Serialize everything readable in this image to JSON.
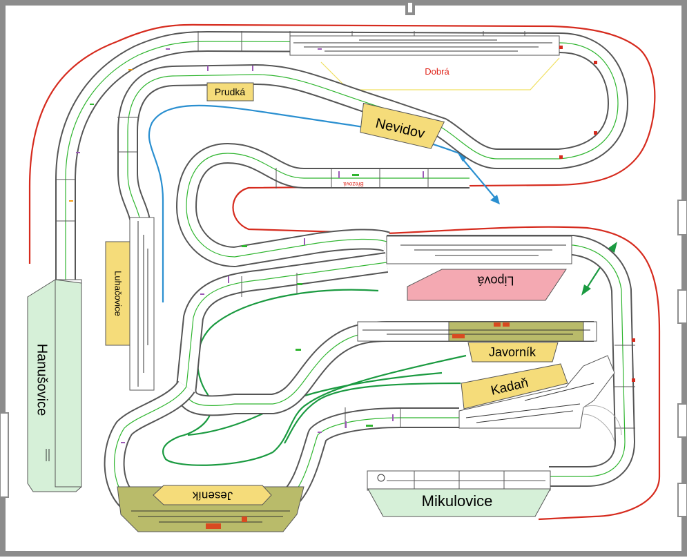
{
  "stations": {
    "dobra": "Dobrá",
    "prudka": "Prudká",
    "nevidov": "Nevidov",
    "brezova": "Březová",
    "luhacovice": "Luhačovice",
    "lipova": "Lipová",
    "javornik": "Javorník",
    "kadan": "Kadaň",
    "hanusovice": "Hanušovice",
    "jesenik": "Jeseník",
    "mikulovice": "Mikulovice"
  },
  "colors": {
    "wall": "#8c8c8c",
    "track_outline": "#555555",
    "track_fill": "#ffffff",
    "green_line": "#2fb52f",
    "red_guide": "#d62b1e",
    "blue_guide": "#2a8fd0",
    "green_guide": "#1a9a40",
    "yellow_label": "#f5dc7a",
    "pink_label": "#f4a9b2",
    "green_label": "#d6f0d8",
    "terrain": "#b9bb6a",
    "dobra_text": "#e0241a"
  }
}
